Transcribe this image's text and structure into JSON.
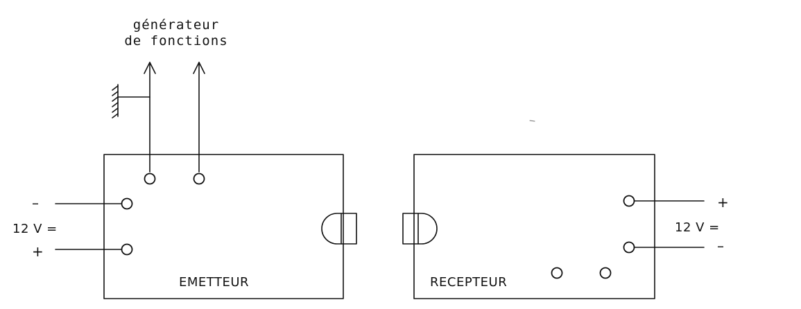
{
  "generator": {
    "line1": "générateur",
    "line2": "de fonctions"
  },
  "emitter": {
    "label": "EMETTEUR",
    "supply_minus": "–",
    "supply_plus": "+",
    "supply_voltage": "12  V  ="
  },
  "receiver": {
    "label": "RECEPTEUR",
    "supply_plus": "+",
    "supply_minus": "–",
    "supply_voltage": "12  V  ="
  }
}
